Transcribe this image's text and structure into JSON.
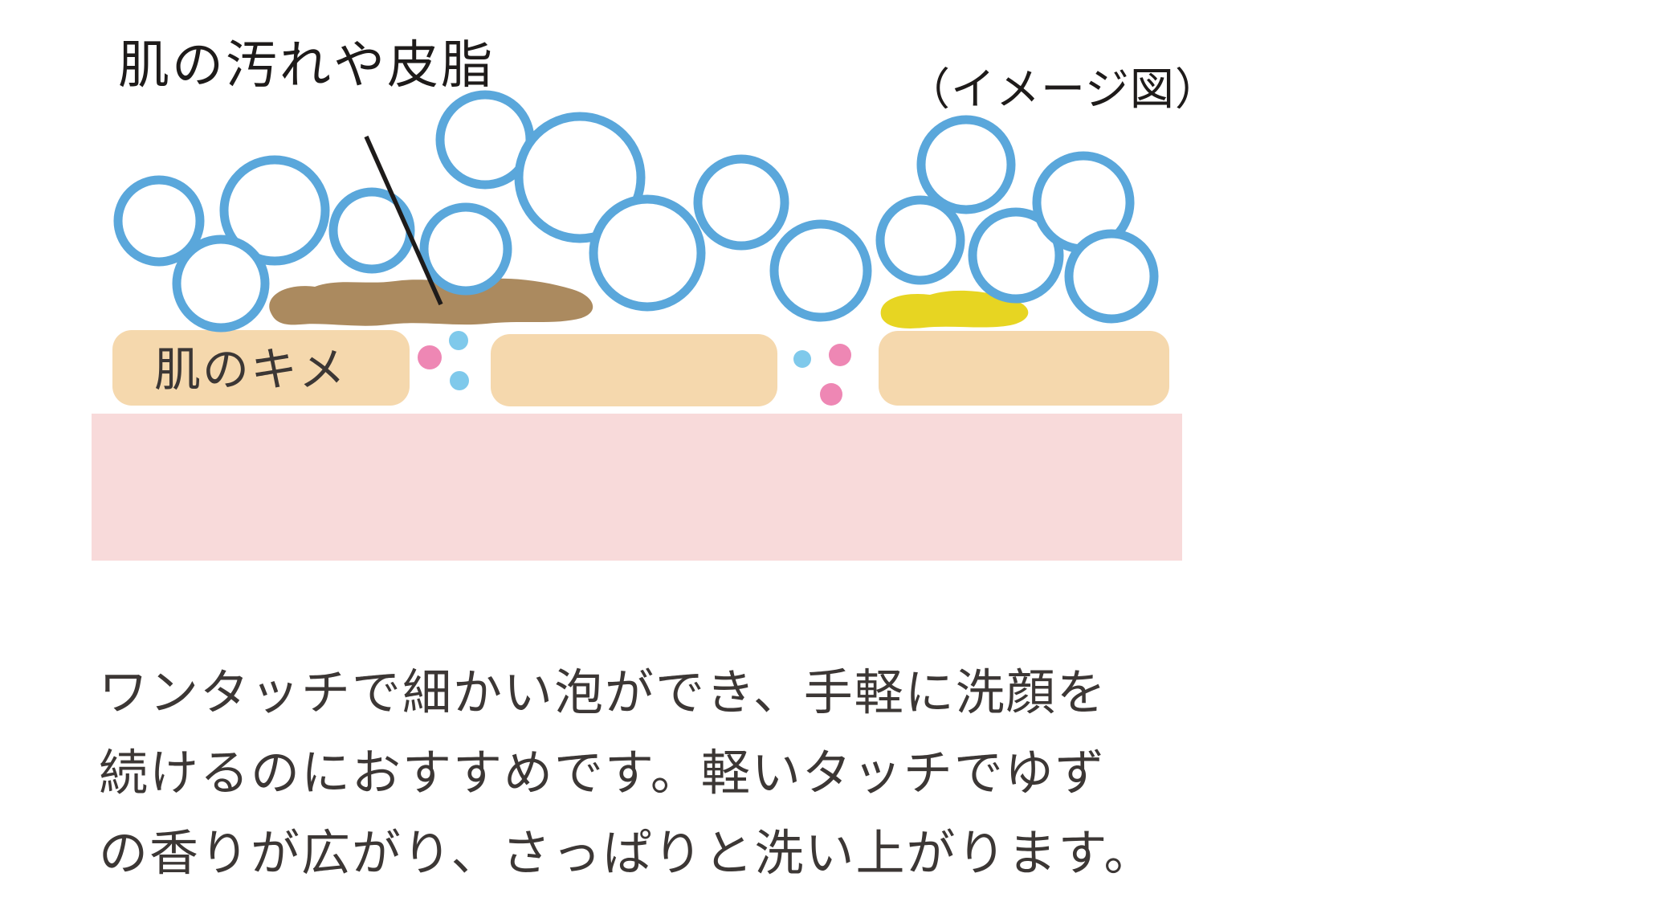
{
  "diagram": {
    "dirt_label": "肌の汚れや皮脂",
    "image_note": "（イメージ図）",
    "skin_texture_label": "肌のキメ",
    "colors": {
      "bubble": "#5aa7db",
      "bubble_fill": "#ffffff",
      "dirt": "#ab8a5f",
      "sebum": "#e7d522",
      "skin_block": "#f5d8ad",
      "base": "#f8dada",
      "dot_pink": "#ee87b4",
      "dot_blue": "#7fc9eb",
      "line": "#1e1b1a",
      "text": "#3c3735"
    },
    "bubbles": [
      [
        198,
        275,
        51
      ],
      [
        342,
        262,
        63
      ],
      [
        275,
        353,
        55
      ],
      [
        463,
        287,
        48
      ],
      [
        580,
        310,
        52
      ],
      [
        604,
        174,
        56
      ],
      [
        722,
        221,
        76
      ],
      [
        806,
        315,
        67
      ],
      [
        923,
        252,
        54
      ],
      [
        1022,
        337,
        58
      ],
      [
        1146,
        299,
        50
      ],
      [
        1203,
        205,
        56
      ],
      [
        1265,
        318,
        54
      ],
      [
        1349,
        252,
        58
      ],
      [
        1384,
        344,
        53
      ]
    ],
    "skin_blocks": [
      [
        140,
        411,
        370,
        94
      ],
      [
        611,
        416,
        357,
        90
      ],
      [
        1094,
        412,
        362,
        93
      ]
    ],
    "base_rect": [
      114,
      515,
      1358,
      183
    ],
    "dots": [
      [
        571,
        424,
        12,
        "blue"
      ],
      [
        535,
        445,
        15,
        "pink"
      ],
      [
        572,
        474,
        12,
        "blue"
      ],
      [
        999,
        447,
        11,
        "blue"
      ],
      [
        1046,
        442,
        14,
        "pink"
      ],
      [
        1035,
        491,
        14,
        "pink"
      ]
    ],
    "pointer_line": [
      456,
      170,
      549,
      379
    ]
  },
  "description": {
    "lines": [
      "ワンタッチで細かい泡ができ、手軽に洗顔を",
      "続けるのにおすすめです。軽いタッチでゆず",
      "の香りが広がり、さっぱりと洗い上がります。"
    ]
  }
}
